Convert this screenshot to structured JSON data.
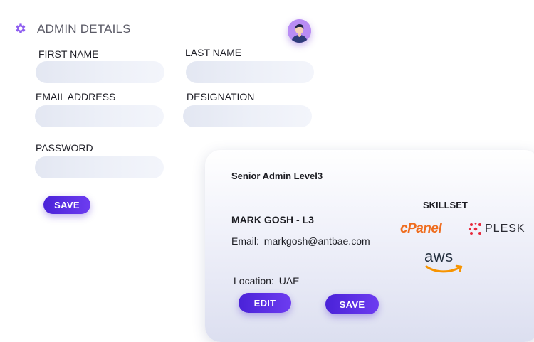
{
  "admin": {
    "title": "ADMIN DETAILS",
    "fields": {
      "first_name": {
        "label": "FIRST NAME",
        "value": ""
      },
      "last_name": {
        "label": "LAST NAME",
        "value": ""
      },
      "email": {
        "label": "EMAIL ADDRESS",
        "value": ""
      },
      "designation": {
        "label": "DESIGNATION",
        "value": ""
      },
      "password": {
        "label": "PASSWORD",
        "value": ""
      }
    },
    "save_label": "SAVE"
  },
  "profile": {
    "level": "Senior Admin Level3",
    "name": "MARK GOSH - L3",
    "email_label": "Email:",
    "email": "markgosh@antbae.com",
    "location_label": "Location:",
    "location": "UAE",
    "skillset_title": "SKILLSET",
    "skills": {
      "cpanel": "cPanel",
      "plesk": "PLESK",
      "aws": "aws"
    },
    "edit_label": "EDIT",
    "save_label": "SAVE"
  },
  "colors": {
    "accent": "#5b2ee6",
    "icon_purple": "#8d5cf0",
    "cpanel_orange": "#ef6d1f",
    "plesk_red": "#e8283c",
    "aws_orange": "#f79400"
  },
  "icons": {
    "settings": "gear-icon",
    "user": "avatar"
  }
}
